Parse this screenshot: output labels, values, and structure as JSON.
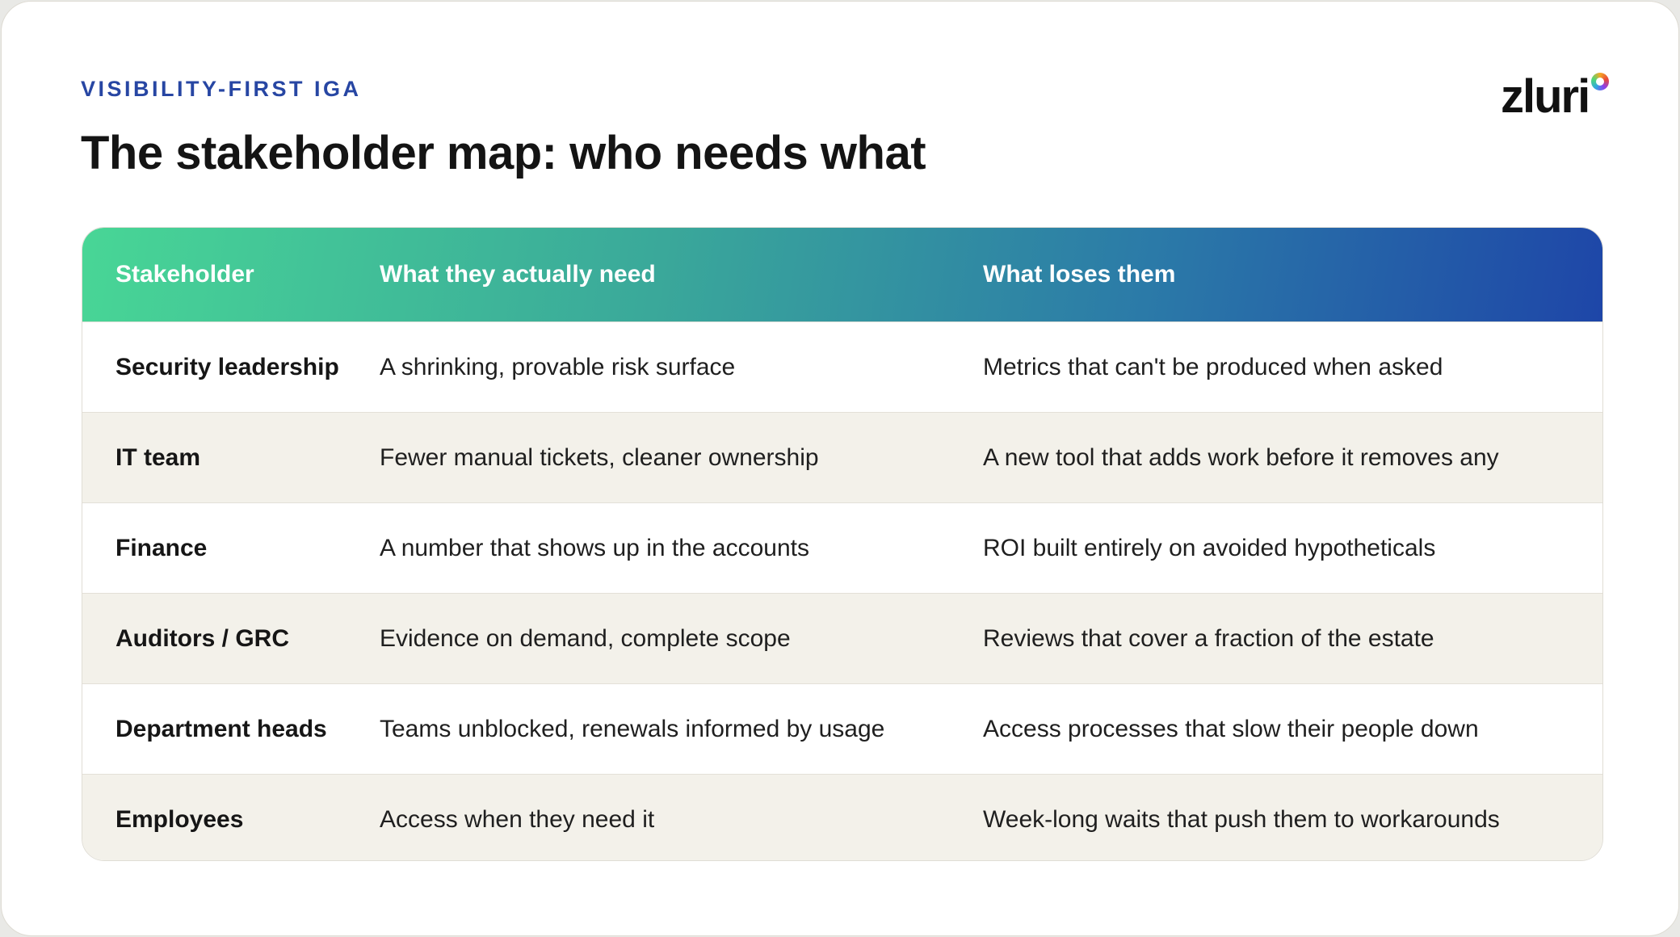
{
  "eyebrow": "VISIBILITY-FIRST IGA",
  "title": "The stakeholder map: who needs what",
  "logo": {
    "text": "zluri"
  },
  "table": {
    "headers": [
      "Stakeholder",
      "What they actually need",
      "What loses them"
    ],
    "rows": [
      [
        "Security leadership",
        "A shrinking, provable risk surface",
        "Metrics that can't be produced when asked"
      ],
      [
        "IT team",
        "Fewer manual tickets, cleaner ownership",
        "A new tool that adds work before it removes any"
      ],
      [
        "Finance",
        "A number that shows up in the accounts",
        "ROI built entirely on avoided hypotheticals"
      ],
      [
        "Auditors / GRC",
        "Evidence on demand, complete scope",
        "Reviews that cover a fraction of the estate"
      ],
      [
        "Department heads",
        "Teams unblocked, renewals informed by usage",
        "Access processes that slow their people down"
      ],
      [
        "Employees",
        "Access when they need it",
        "Week-long waits that push them to workarounds"
      ]
    ]
  },
  "colors": {
    "accent_blue": "#2746a3",
    "header_gradient_start": "#48d696",
    "header_gradient_end": "#1e46a8",
    "alt_row": "#f3f1ea"
  }
}
